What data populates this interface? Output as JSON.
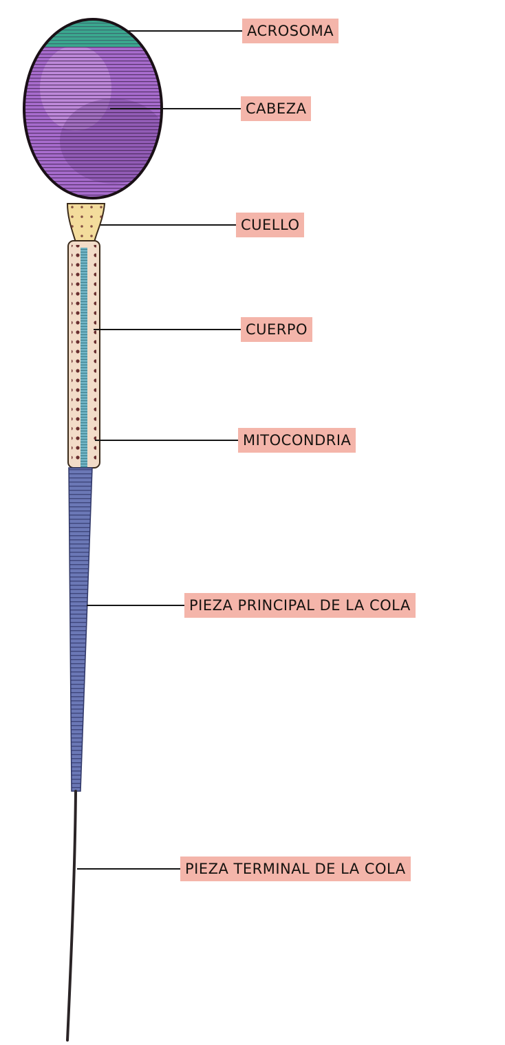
{
  "diagram": {
    "labels": {
      "acrosome": "ACROSOMA",
      "head": "CABEZA",
      "neck": "CUELLO",
      "body": "CUERPO",
      "mitochondria": "MITOCONDRIA",
      "main_tail": "PIEZA PRINCIPAL DE LA COLA",
      "terminal_tail": "PIEZA TERMINAL DE LA COLA"
    },
    "colors": {
      "acrosome": "#3aa88e",
      "head": "#a76ccd",
      "neck": "#f3dc9c",
      "midpiece": "#f2dcc8",
      "mitochondria_dots": "#6a2e2e",
      "axial_filament": "#6fb3c4",
      "main_tail": "#6b78b6",
      "terminal_tail": "#2a2426",
      "label_background": "#f4b5aa"
    }
  }
}
